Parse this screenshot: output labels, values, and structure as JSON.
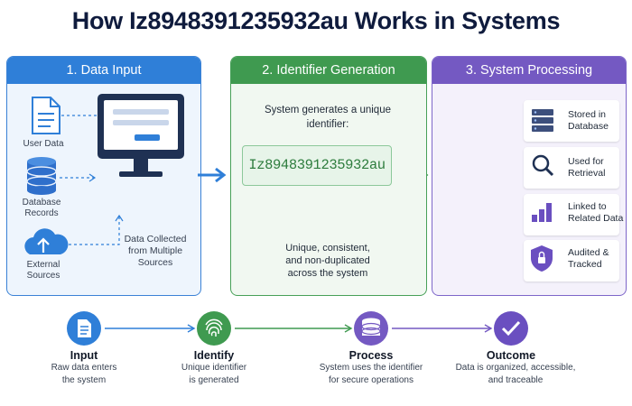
{
  "title": "How Iz8948391235932au Works in Systems",
  "panels": [
    {
      "heading": "1. Data Input",
      "sources": [
        {
          "label": "User Data",
          "icon": "document-icon"
        },
        {
          "label_lines": [
            "Database",
            "Records"
          ],
          "icon": "database-icon"
        },
        {
          "label_lines": [
            "External",
            "Sources"
          ],
          "icon": "cloud-upload-icon"
        }
      ],
      "collected_lines": [
        "Data Collected",
        "from Multiple Sources"
      ]
    },
    {
      "heading": "2. Identifier Generation",
      "generates_lines": [
        "System generates a unique",
        "identifier:"
      ],
      "identifier": "Iz8948391235932au",
      "unique_lines": [
        "Unique, consistent,",
        "and non-duplicated",
        "across the system"
      ]
    },
    {
      "heading": "3. System Processing",
      "items": [
        {
          "lines": [
            "Stored in",
            "Database"
          ],
          "icon": "server-icon"
        },
        {
          "lines": [
            "Used for",
            "Retrieval"
          ],
          "icon": "magnifier-icon"
        },
        {
          "lines": [
            "Linked to",
            "Related Data"
          ],
          "icon": "bar-chart-icon"
        },
        {
          "lines": [
            "Audited &",
            "Tracked"
          ],
          "icon": "lock-shield-icon"
        }
      ]
    }
  ],
  "flow": [
    {
      "title": "Input",
      "desc_lines": [
        "Raw data enters",
        "the system"
      ],
      "color": "#2f7fd8",
      "icon": "document-icon"
    },
    {
      "title": "Identify",
      "desc_lines": [
        "Unique identifier",
        "is generated"
      ],
      "color": "#3f9a50",
      "icon": "fingerprint-icon"
    },
    {
      "title": "Process",
      "desc_lines": [
        "System uses the identifier",
        "for secure operations"
      ],
      "color": "#7459c2",
      "icon": "database-icon"
    },
    {
      "title": "Outcome",
      "desc_lines": [
        "Data is organized, accessible,",
        "and traceable"
      ],
      "color": "#6a4fc0",
      "icon": "check-icon"
    }
  ],
  "colors": {
    "blue": "#2f7fd8",
    "green": "#3f9a50",
    "purple": "#7459c2",
    "navy": "#1f3153"
  }
}
